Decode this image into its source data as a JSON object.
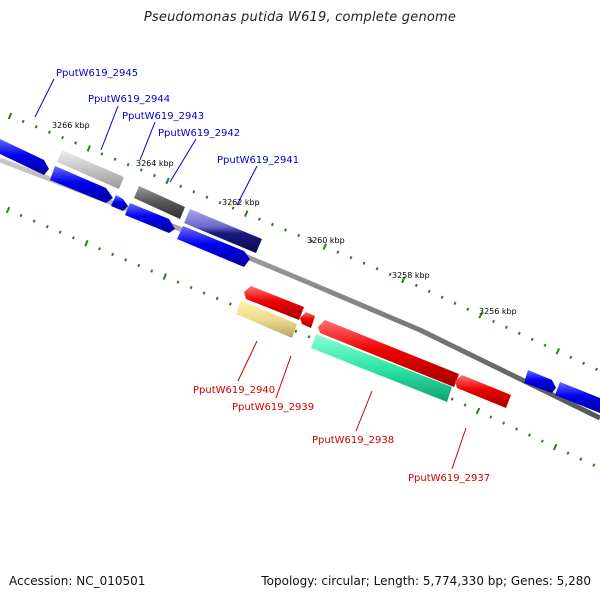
{
  "title": "Pseudomonas putida W619, complete genome",
  "footer": {
    "accession": "Accession: NC_010501",
    "summary": "Topology: circular; Length: 5,774,330 bp; Genes: 5,280"
  },
  "colors": {
    "forward_label": "#0000cc",
    "reverse_label": "#cc0000",
    "tick": "#2e7d1a",
    "backbone": "#8a8a8a"
  },
  "scale_labels": [
    "3266 kbp",
    "3264 kbp",
    "3262 kbp",
    "3260 kbp",
    "3258 kbp",
    "3256 kbp"
  ],
  "genes": [
    {
      "name": "PputW619_2945",
      "strand": "forward"
    },
    {
      "name": "PputW619_2944",
      "strand": "forward"
    },
    {
      "name": "PputW619_2943",
      "strand": "forward"
    },
    {
      "name": "PputW619_2942",
      "strand": "forward"
    },
    {
      "name": "PputW619_2941",
      "strand": "forward"
    },
    {
      "name": "PputW619_2940",
      "strand": "reverse"
    },
    {
      "name": "PputW619_2939",
      "strand": "reverse"
    },
    {
      "name": "PputW619_2938",
      "strand": "reverse"
    },
    {
      "name": "PputW619_2937",
      "strand": "reverse"
    }
  ]
}
